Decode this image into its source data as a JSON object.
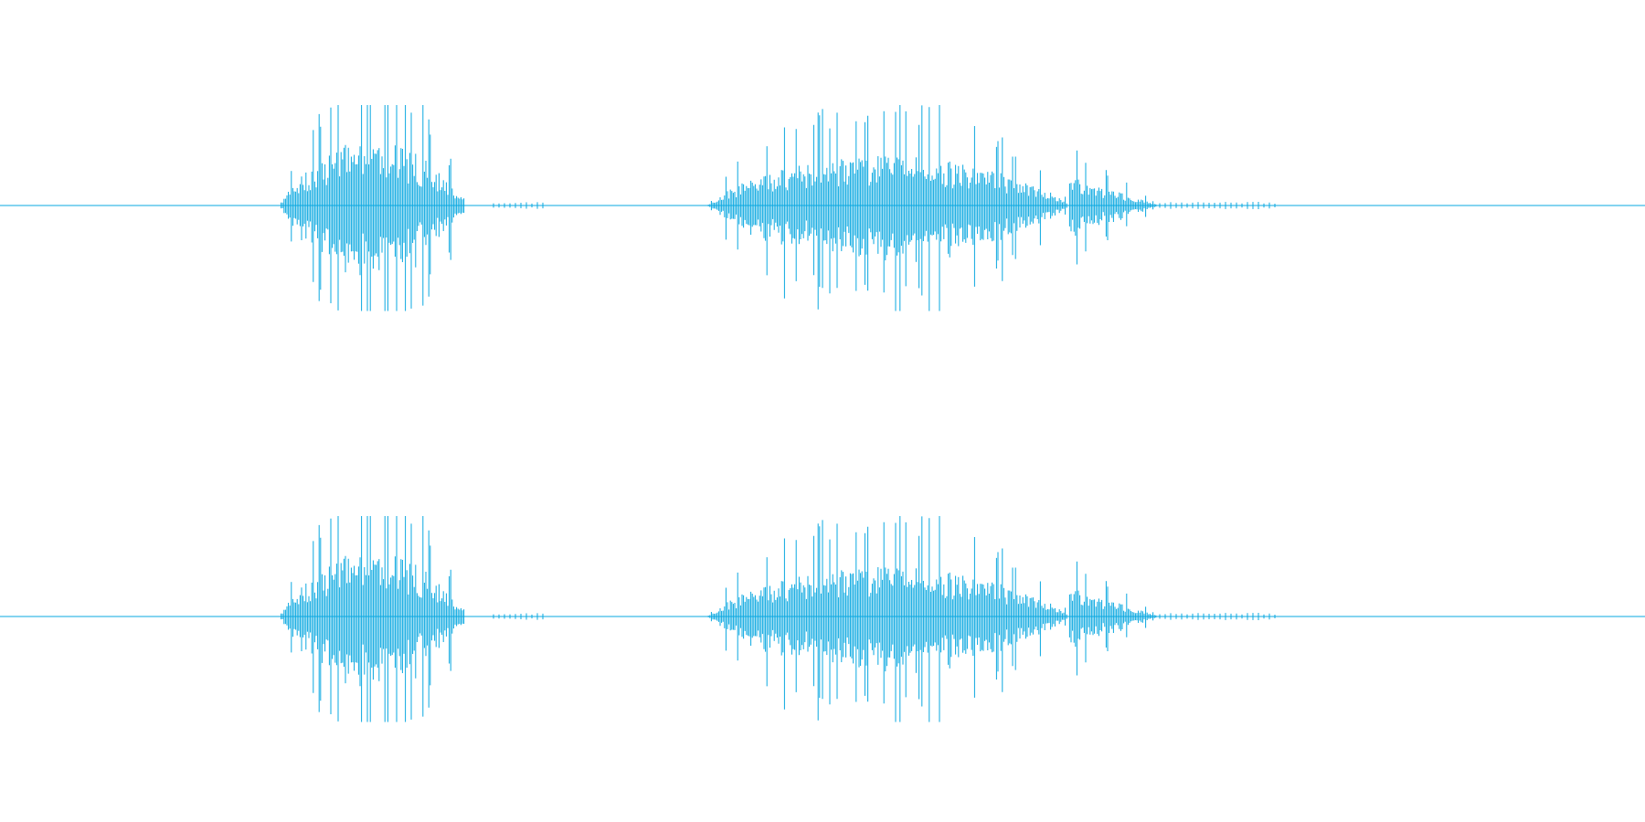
{
  "waveform": {
    "color": "#0aa8e0",
    "background": "#ffffff",
    "channels": [
      {
        "id": "channel-1",
        "segments": [
          {
            "start": 0.17,
            "end": 0.3,
            "peak": 0.73
          },
          {
            "start": 0.428,
            "end": 0.705,
            "peak": 1.0
          }
        ]
      },
      {
        "id": "channel-2",
        "segments": [
          {
            "start": 0.17,
            "end": 0.3,
            "peak": 0.73
          },
          {
            "start": 0.428,
            "end": 0.705,
            "peak": 1.0
          }
        ]
      }
    ]
  }
}
